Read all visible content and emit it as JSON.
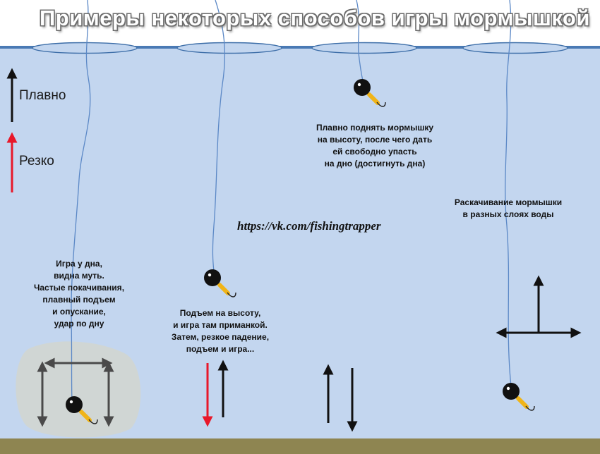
{
  "title": "Примеры некоторых способов игры мормышкой",
  "legend": {
    "smooth_label": "Плавно",
    "sharp_label": "Резко",
    "smooth_color": "#111111",
    "sharp_color": "#e8182a"
  },
  "captions": {
    "bottom_play": "Игра у дна,\nвидна муть.\nЧастые покачивания,\nплавный подъем\nи опускание,\nудар по дну",
    "raise_play": "Подъем на высоту,\nи игра там приманкой.\nЗатем, резкое падение,\nподъем и игра...",
    "free_fall": "Плавно поднять мормышку\nна высоту, после чего дать\nей свободно упасть\nна дно (достигнуть дна)",
    "swing": "Раскачивание мормышки\nв разных слоях воды"
  },
  "watermark_url": "https://vk.com/fishingtrapper",
  "colors": {
    "water": "#c3d6ef",
    "surface_line": "#4a7ab4",
    "ice_hole": "#c3d6ef",
    "bottom": "#8e8551",
    "fishing_line": "#5b88c6",
    "jig_head": "#111111",
    "hook_body": "#f0b418",
    "turbidity": "#d2d6cf",
    "arrow_gray": "#4a4a4a"
  },
  "icons": {
    "jig": "jig-icon",
    "ice_hole": "ice-hole-icon",
    "arrow": "arrow-icon"
  }
}
